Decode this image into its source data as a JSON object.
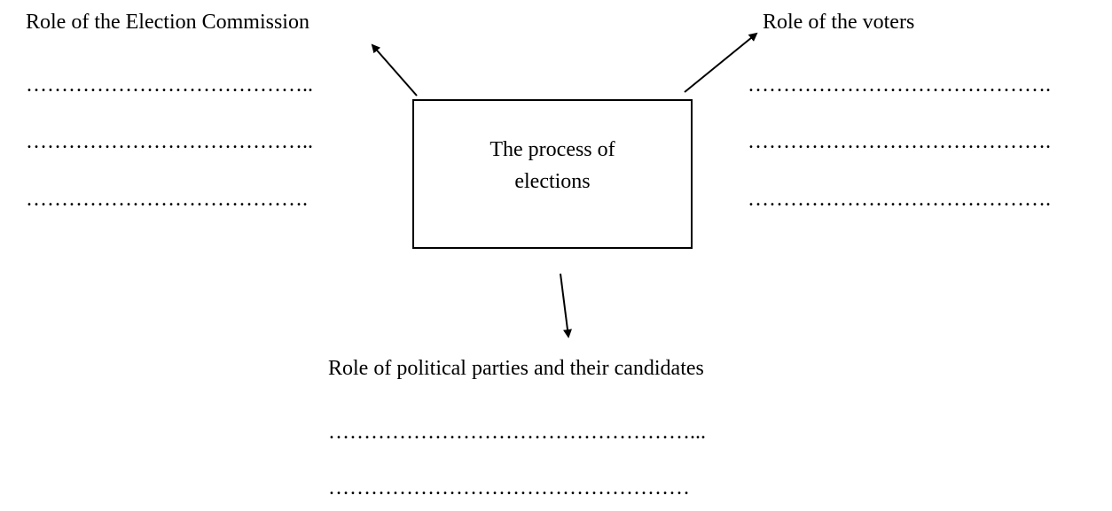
{
  "center": {
    "label_line1": "The process of",
    "label_line2": "elections"
  },
  "left_branch": {
    "title": "Role of the Election Commission",
    "lines": [
      "…………………………………..",
      "…………………………………..",
      "…………………………………."
    ]
  },
  "right_branch": {
    "title": "Role of the voters",
    "lines": [
      "…………………………………….",
      "…………………………………….",
      "……………………………………."
    ]
  },
  "bottom_branch": {
    "title": "Role of political parties and their candidates",
    "lines": [
      "……………………………………………...",
      "……………………………………………"
    ]
  }
}
